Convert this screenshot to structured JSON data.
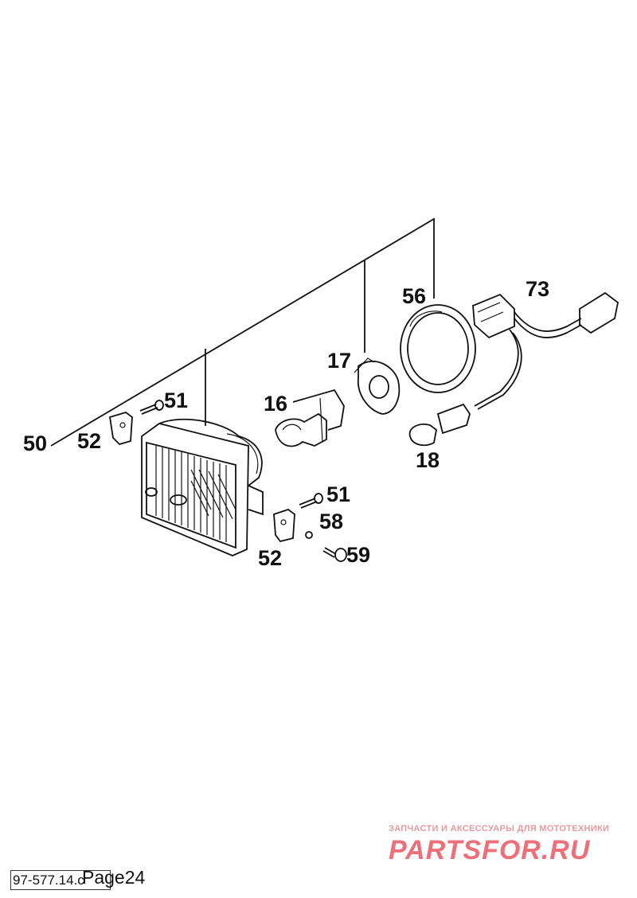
{
  "parts": {
    "p50": "50",
    "p51a": "51",
    "p52a": "52",
    "p16": "16",
    "p17": "17",
    "p56": "56",
    "p73": "73",
    "p18": "18",
    "p51b": "51",
    "p58": "58",
    "p52b": "52",
    "p59": "59"
  },
  "footer": {
    "code": "97-577.14.c",
    "page": "Page24"
  },
  "watermark": {
    "tagline": "ЗАПЧАСТИ И АКСЕССУАРЫ ДЛЯ МОТОТЕХНИКИ",
    "brand": "PARTSFOR.RU"
  },
  "colors": {
    "watermark": "#ec6f79",
    "line": "#111111"
  }
}
